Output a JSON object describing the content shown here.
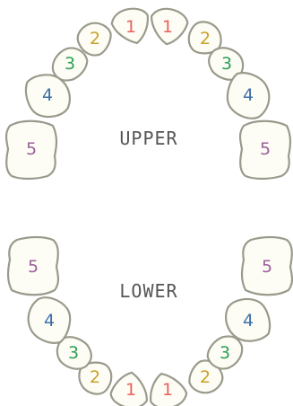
{
  "colors": {
    "1": "#e8625a",
    "2": "#c9a227",
    "3": "#2e9e55",
    "4": "#3d6fa8",
    "5": "#9b5f9b"
  },
  "upper": {
    "label": "UPPER",
    "teeth": [
      "1",
      "2",
      "3",
      "4",
      "5",
      "1",
      "2",
      "3",
      "4",
      "5"
    ]
  },
  "lower": {
    "label": "LOWER",
    "teeth": [
      "1",
      "2",
      "3",
      "4",
      "5",
      "1",
      "2",
      "3",
      "4",
      "5"
    ]
  }
}
